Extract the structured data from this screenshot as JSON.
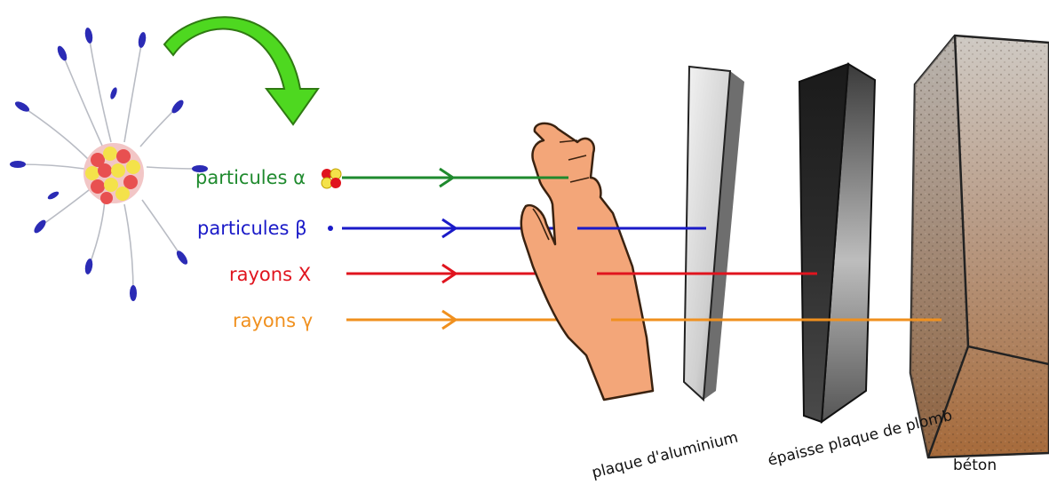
{
  "colors": {
    "alpha": "#1f8a2e",
    "beta": "#1a1ac8",
    "xray": "#e0141e",
    "gamma": "#f0901e",
    "arrow": "#4ed820",
    "skin": "#f3a679"
  },
  "radiations": [
    {
      "label": "particules α",
      "symbol": "alpha-nucleus"
    },
    {
      "label": "particules β",
      "symbol": "electron-dot"
    },
    {
      "label": "rayons X",
      "symbol": ""
    },
    {
      "label": "rayons γ",
      "symbol": ""
    }
  ],
  "materials": [
    {
      "label": "plaque d'aluminium",
      "stops": [
        "particules β"
      ]
    },
    {
      "label": "épaisse plaque de plomb",
      "stops": [
        "rayons X"
      ]
    },
    {
      "label": "béton",
      "stops": [
        "rayons γ"
      ]
    }
  ],
  "hand_stops": "particules α",
  "icons": [
    "atom-icon",
    "curved-arrow-icon",
    "hand-icon"
  ]
}
